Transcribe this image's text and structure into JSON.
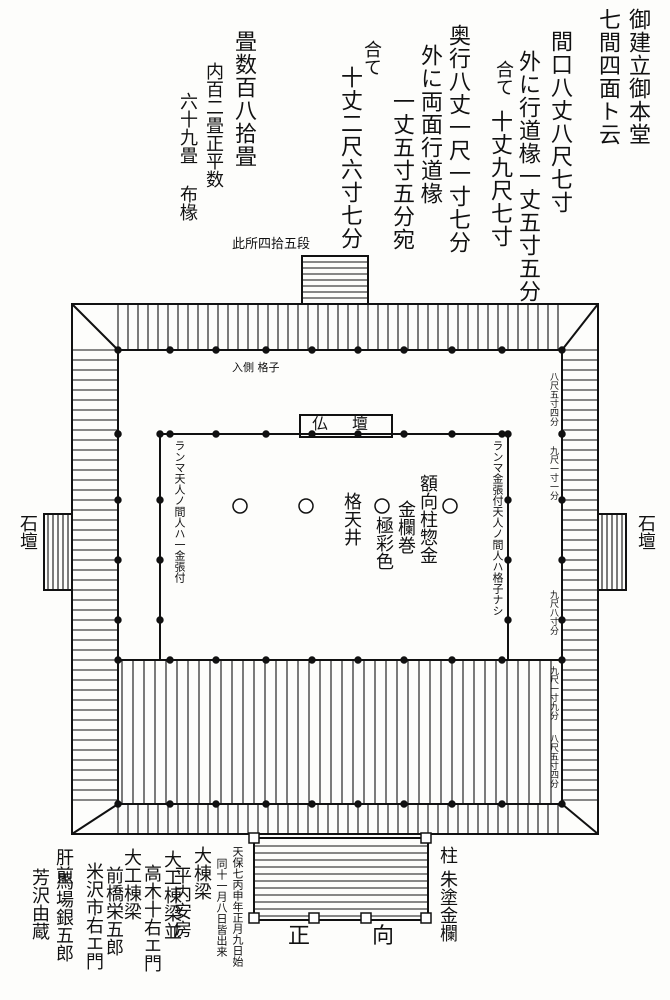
{
  "title": {
    "line1": "御建立御本堂",
    "line2": "七間四面ト云"
  },
  "dimensions": {
    "frontage": "間口八丈八尺七寸",
    "corridor_front": "外に行道椽一丈五寸五分",
    "front_total_prefix": "合て",
    "front_total": "十丈九尺七寸",
    "depth": "奥行八丈一尺一寸七分",
    "corridor_side": "外に両面行道椽",
    "corridor_side_width": "一丈五寸五分宛",
    "depth_total_prefix": "合て",
    "depth_total": "十丈二尺六寸七分"
  },
  "tatami": {
    "line1": "畳数百八拾畳",
    "line2": "内百二畳正平数",
    "line3": "六十九畳 布椽"
  },
  "plan_labels": {
    "top_stair_note": "此所四拾五段",
    "stone_wall_left": "石壇",
    "stone_wall_right": "石壇",
    "ceiling": "格天井",
    "interior_paint_1": "額向柱惣金",
    "interior_paint_2": "金欄巻",
    "interior_paint_3": "極彩色",
    "butsudan_1": "仏",
    "butsudan_2": "壇",
    "ranma_left": "ランマ天人ノ間人ハ一金張付",
    "ranma_right": "ランマ金張付天人ノ間人ハ格子ナシ",
    "right_dim_1": "八尺五寸四分",
    "right_dim_2": "九尺一寸一分",
    "right_dim_3": "九尺八寸分",
    "right_dim_4": "九尺一寸九分",
    "right_dim_5": "八尺五寸四分",
    "top_inner_note": "入側 格子",
    "front_direction_1": "正",
    "front_direction_2": "向"
  },
  "construction": {
    "col_paint_1": "柱",
    "col_paint_2": "朱塗金欄",
    "date_1": "天保七丙申年正月九日始",
    "date_2": "同十一月八日皆出来",
    "master_1": "大棟梁",
    "master_2": "平内安房",
    "sub_master_1": "大工棟梁並",
    "sub_master_2": "高木十右エ門",
    "carpenter_1": "大工棟梁",
    "carpenter_2": "前橋栄五郎",
    "carpenter_3": "米沢市右エ門",
    "owner_1": "肝煎",
    "owner_2": "馬場銀五郎",
    "collection": "芳沢由蔵"
  }
}
